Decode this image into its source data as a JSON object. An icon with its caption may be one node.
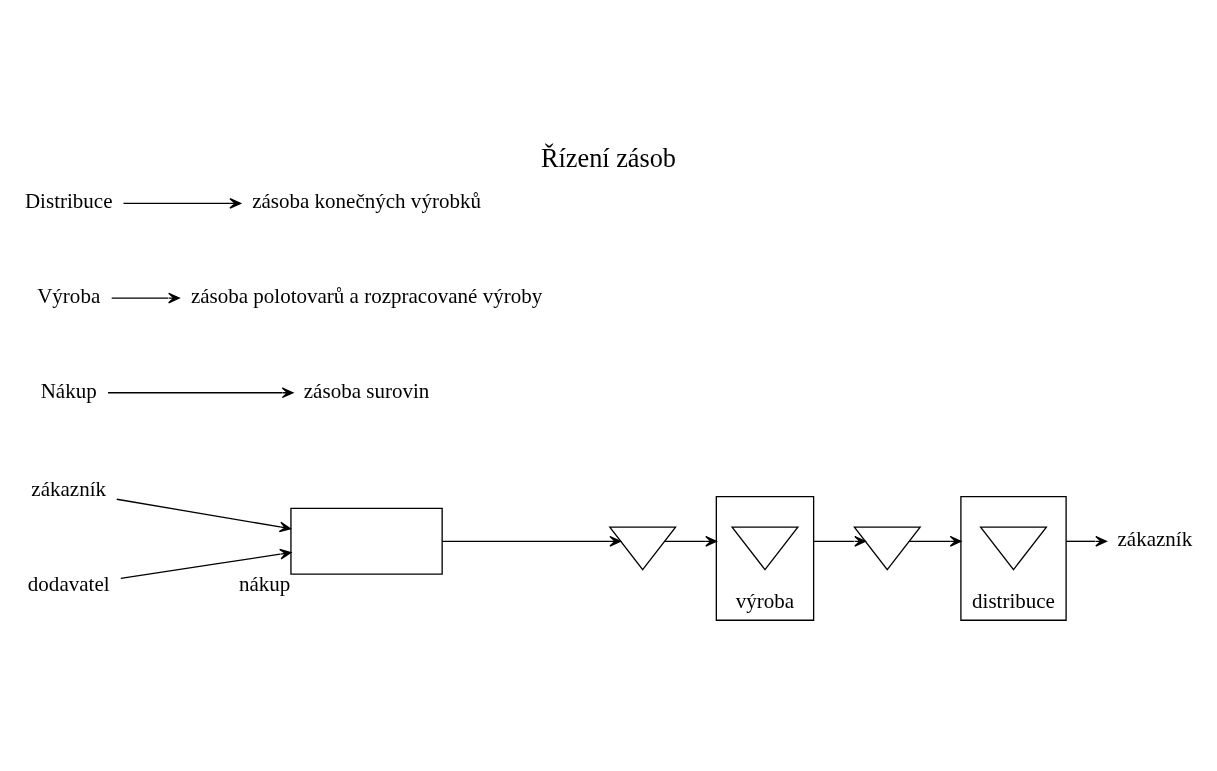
{
  "diagram": {
    "title": "Řízení zásob",
    "nodes": [
      {
        "text": [
          "zákazník"
        ]
      },
      {
        "text": [
          "dodavatel"
        ]
      },
      {
        "text": [],
        "shape": "box",
        "beside": [
          "nákup"
        ]
      },
      {
        "text": [],
        "shape": "triangle"
      },
      {
        "text": [],
        "shape": "box",
        "beside": [
          "výroba"
        ]
      },
      {
        "text": [],
        "shape": "triangle",
        "in": 4
      },
      {
        "text": [],
        "shape": "triangle"
      },
      {
        "text": [],
        "shape": "box",
        "beside": [
          "distribuce"
        ]
      },
      {
        "text": [],
        "shape": "triangle",
        "in": 7
      },
      {
        "text": [
          "zákazník"
        ]
      },
      {
        "text": [
          "Nákup"
        ]
      },
      {
        "text": [
          "zásoba surovin"
        ]
      },
      {
        "text": [
          "Výroba"
        ]
      },
      {
        "text": [
          "zásoba polotovarů a rozpracované výroby"
        ]
      },
      {
        "text": [
          "Distribuce"
        ]
      },
      {
        "text": [
          "zásoba konečných výrobků"
        ]
      }
    ],
    "edges": [
      {
        "from": 0,
        "to": 2,
        "arrow": "to"
      },
      {
        "from": 1,
        "to": 2,
        "arrow": "to"
      },
      {
        "from": 2,
        "to": 3,
        "arrow": "to"
      },
      {
        "from": 3,
        "to": 4,
        "arrow": "to"
      },
      {
        "from": 4,
        "to": 6,
        "arrow": "to"
      },
      {
        "from": 6,
        "to": 7,
        "arrow": "to"
      },
      {
        "from": 7,
        "to": 9,
        "arrow": "to"
      },
      {
        "from": 10,
        "to": 11,
        "arrow": "to"
      },
      {
        "from": 12,
        "to": 13,
        "arrow": "to"
      },
      {
        "from": 14,
        "to": 15,
        "arrow": "to"
      }
    ]
  }
}
